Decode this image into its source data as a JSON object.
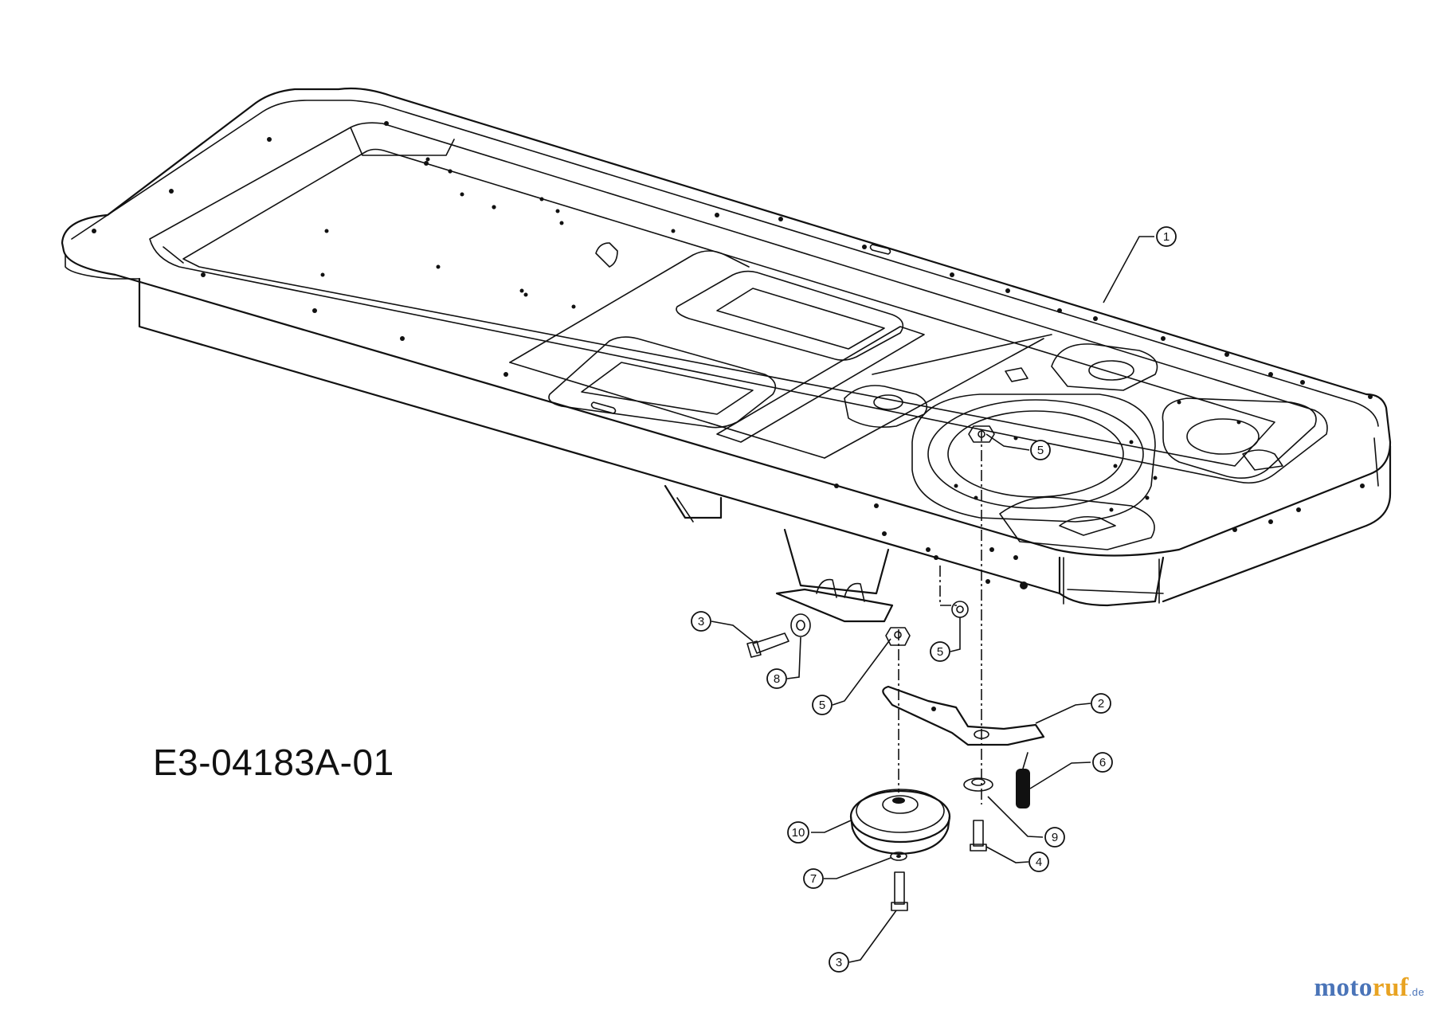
{
  "drawing_code": "E3-04183A-01",
  "watermark": {
    "part1": "moto",
    "part2": "ruf",
    "tld": ".de"
  },
  "callouts": [
    {
      "id": "c1",
      "label": "1"
    },
    {
      "id": "c5a",
      "label": "5"
    },
    {
      "id": "c3a",
      "label": "3"
    },
    {
      "id": "c8",
      "label": "8"
    },
    {
      "id": "c5b",
      "label": "5"
    },
    {
      "id": "c5c",
      "label": "5"
    },
    {
      "id": "c2",
      "label": "2"
    },
    {
      "id": "c6",
      "label": "6"
    },
    {
      "id": "c10",
      "label": "10"
    },
    {
      "id": "c9",
      "label": "9"
    },
    {
      "id": "c7",
      "label": "7"
    },
    {
      "id": "c4",
      "label": "4"
    },
    {
      "id": "c3b",
      "label": "3"
    }
  ]
}
